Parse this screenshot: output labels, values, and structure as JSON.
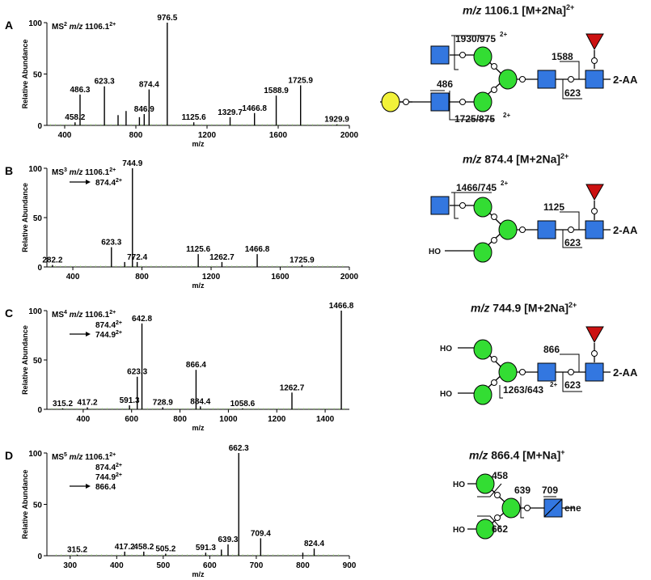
{
  "colors": {
    "stick": "#000000",
    "gree_label": "#8fd16a",
    "glcnac": "#3377e0",
    "mannose": "#33dd33",
    "galactose": "#f2f23a",
    "fucose": "#cc1111"
  },
  "axis_text": {
    "ylabel": "Relative Abundance",
    "xlabel": "m/z"
  },
  "chart_data": [
    {
      "type": "bar",
      "panel": "A",
      "annotation": [
        "MS",
        "2",
        "m/z",
        "1106.1",
        "2+"
      ],
      "xlabel": "m/z",
      "ylabel": "Relative Abundance",
      "xlim": [
        300,
        2000
      ],
      "ylim": [
        0,
        100
      ],
      "xticks": [
        400,
        800,
        1200,
        1600,
        2000
      ],
      "yticks": [
        0,
        50,
        100
      ],
      "peaks": [
        {
          "x": 458.2,
          "y": 3,
          "label": "458.2"
        },
        {
          "x": 486.3,
          "y": 30,
          "label": "486.3"
        },
        {
          "x": 623.3,
          "y": 38,
          "label": "623.3"
        },
        {
          "x": 700,
          "y": 10
        },
        {
          "x": 745,
          "y": 14
        },
        {
          "x": 820,
          "y": 8
        },
        {
          "x": 846.9,
          "y": 11,
          "label": "846.9"
        },
        {
          "x": 874.4,
          "y": 35,
          "label": "874.4"
        },
        {
          "x": 976.5,
          "y": 100,
          "label": "976.5"
        },
        {
          "x": 1125.6,
          "y": 3,
          "label": "1125.6"
        },
        {
          "x": 1329.7,
          "y": 8,
          "label": "1329.7"
        },
        {
          "x": 1466.8,
          "y": 12,
          "label": "1466.8"
        },
        {
          "x": 1588.9,
          "y": 29,
          "label": "1588.9"
        },
        {
          "x": 1725.9,
          "y": 39,
          "label": "1725.9"
        },
        {
          "x": 1929.9,
          "y": 1,
          "label": "1929.9"
        }
      ]
    },
    {
      "type": "bar",
      "panel": "B",
      "annotation": [
        "MS",
        "3",
        "m/z",
        "1106.1",
        "2+",
        "874.4",
        "2+"
      ],
      "xlabel": "m/z",
      "ylabel": "Relative Abundance",
      "xlim": [
        250,
        2000
      ],
      "ylim": [
        0,
        100
      ],
      "xticks": [
        400,
        800,
        1200,
        1600,
        2000
      ],
      "yticks": [
        0,
        50,
        100
      ],
      "peaks": [
        {
          "x": 282.2,
          "y": 2,
          "label": "282.2"
        },
        {
          "x": 623.3,
          "y": 20,
          "label": "623.3"
        },
        {
          "x": 700,
          "y": 5
        },
        {
          "x": 744.9,
          "y": 100,
          "label": "744.9"
        },
        {
          "x": 772.4,
          "y": 5,
          "label": "772.4"
        },
        {
          "x": 1125.6,
          "y": 13,
          "label": "1125.6"
        },
        {
          "x": 1262.7,
          "y": 5,
          "label": "1262.7"
        },
        {
          "x": 1466.8,
          "y": 13,
          "label": "1466.8"
        },
        {
          "x": 1725.9,
          "y": 2,
          "label": "1725.9"
        }
      ]
    },
    {
      "type": "bar",
      "panel": "C",
      "annotation": [
        "MS",
        "4",
        "m/z",
        "1106.1",
        "2+",
        "874.4",
        "2+",
        "744.9",
        "2+"
      ],
      "xlabel": "m/z",
      "ylabel": "Relative Abundance",
      "xlim": [
        250,
        1500
      ],
      "ylim": [
        0,
        100
      ],
      "xticks": [
        400,
        600,
        800,
        1000,
        1200,
        1400
      ],
      "yticks": [
        0,
        50,
        100
      ],
      "peaks": [
        {
          "x": 315.2,
          "y": 1,
          "label": "315.2"
        },
        {
          "x": 417.2,
          "y": 2,
          "label": "417.2"
        },
        {
          "x": 591.3,
          "y": 4,
          "label": "591.3"
        },
        {
          "x": 623.3,
          "y": 33,
          "label": "623.3"
        },
        {
          "x": 642.8,
          "y": 87,
          "label": "642.8"
        },
        {
          "x": 728.9,
          "y": 2,
          "label": "728.9"
        },
        {
          "x": 866.4,
          "y": 40,
          "label": "866.4"
        },
        {
          "x": 884.4,
          "y": 3,
          "label": "884.4"
        },
        {
          "x": 1058.6,
          "y": 1,
          "label": "1058.6"
        },
        {
          "x": 1262.7,
          "y": 17,
          "label": "1262.7"
        },
        {
          "x": 1466.8,
          "y": 100,
          "label": "1466.8"
        }
      ]
    },
    {
      "type": "bar",
      "panel": "D",
      "annotation": [
        "MS",
        "5",
        "m/z",
        "1106.1",
        "2+",
        "874.4",
        "2+",
        "744.9",
        "2+",
        "866.4",
        ""
      ],
      "xlabel": "m/z",
      "ylabel": "Relative Abundance",
      "xlim": [
        250,
        900
      ],
      "ylim": [
        0,
        100
      ],
      "xticks": [
        300,
        400,
        500,
        600,
        700,
        800,
        900
      ],
      "yticks": [
        0,
        50,
        100
      ],
      "peaks": [
        {
          "x": 315.2,
          "y": 1,
          "label": "315.2"
        },
        {
          "x": 417.2,
          "y": 4,
          "label": "417.2"
        },
        {
          "x": 458.2,
          "y": 4,
          "label": "458.2"
        },
        {
          "x": 505.2,
          "y": 2,
          "label": "505.2"
        },
        {
          "x": 591.3,
          "y": 3,
          "label": "591.3"
        },
        {
          "x": 625,
          "y": 6
        },
        {
          "x": 639.3,
          "y": 11,
          "label": "639.3"
        },
        {
          "x": 662.3,
          "y": 100,
          "label": "662.3"
        },
        {
          "x": 709.4,
          "y": 17,
          "label": "709.4"
        },
        {
          "x": 800,
          "y": 3
        },
        {
          "x": 824.4,
          "y": 7,
          "label": "824.4"
        }
      ]
    }
  ],
  "glycans": [
    {
      "title_mz": "m/z",
      "title_value": "1106.1",
      "title_adduct": "[M+2Na]",
      "title_charge": "2+",
      "cleavages": [
        "1930/975",
        "2+",
        "486",
        "1588",
        "623",
        "1725/875",
        "2+"
      ],
      "reducing_end": "2-AA"
    },
    {
      "title_mz": "m/z",
      "title_value": "874.4",
      "title_adduct": "[M+2Na]",
      "title_charge": "2+",
      "cleavages": [
        "1466/745",
        "2+",
        "1125",
        "623",
        "HO"
      ],
      "reducing_end": "2-AA"
    },
    {
      "title_mz": "m/z",
      "title_value": "744.9",
      "title_adduct": "[M+2Na]",
      "title_charge": "2+",
      "cleavages": [
        "866",
        "623",
        "1263/643",
        "2+",
        "HO",
        "HO"
      ],
      "reducing_end": "2-AA"
    },
    {
      "title_mz": "m/z",
      "title_value": "866.4",
      "title_adduct": "[M+Na]",
      "title_charge": "+",
      "cleavages": [
        "458",
        "639",
        "709",
        "662",
        "HO",
        "HO"
      ],
      "reducing_end": "ene"
    }
  ],
  "panel_letters": [
    "A",
    "B",
    "C",
    "D"
  ]
}
